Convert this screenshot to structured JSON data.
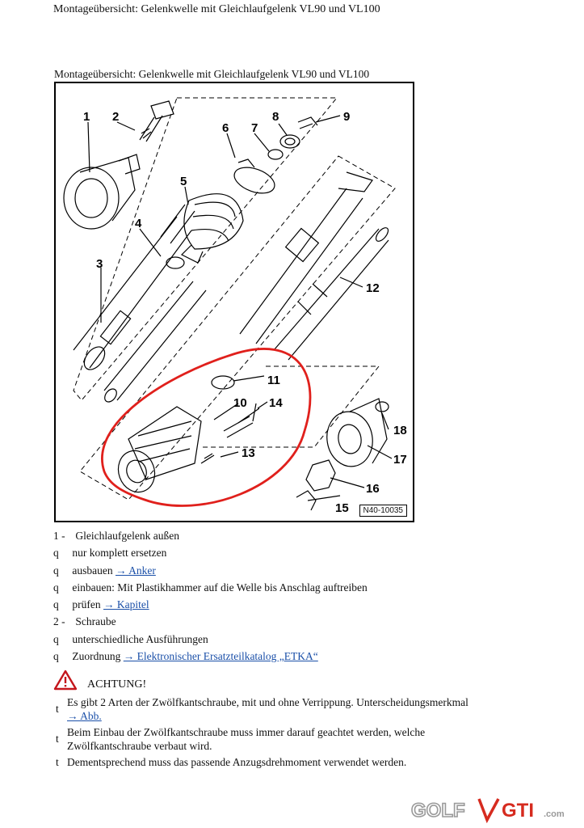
{
  "header": {
    "title": "Montageübersicht: Gelenkwelle mit Gleichlaufgelenk VL90 und VL100"
  },
  "figure": {
    "caption": "Montageübersicht: Gelenkwelle mit Gleichlaufgelenk VL90 und VL100",
    "labels": [
      "1",
      "2",
      "3",
      "4",
      "5",
      "6",
      "7",
      "8",
      "9",
      "10",
      "11",
      "12",
      "13",
      "14",
      "15",
      "16",
      "17",
      "18"
    ],
    "id": "N40-10035"
  },
  "items": [
    {
      "marker": "1 -",
      "text": "Gleichlaufgelenk außen",
      "link": ""
    },
    {
      "marker": "q",
      "text": "nur komplett ersetzen",
      "link": ""
    },
    {
      "marker": "q",
      "text": "ausbauen",
      "link": "→ Anker"
    },
    {
      "marker": "q",
      "text": "einbauen: Mit Plastikhammer auf die Welle bis Anschlag auftreiben",
      "link": ""
    },
    {
      "marker": "q",
      "text": "prüfen",
      "link": "→ Kapitel"
    },
    {
      "marker": "2 -",
      "text": "Schraube",
      "link": ""
    },
    {
      "marker": "q",
      "text": "unterschiedliche Ausführungen",
      "link": ""
    },
    {
      "marker": "q",
      "text": "Zuordnung",
      "link": "→ Elektronischer Ersatzteilkatalog „ETKA“"
    }
  ],
  "warning": {
    "title": "ACHTUNG!",
    "notes": [
      {
        "marker": "t",
        "text": "Es gibt 2 Arten der Zwölfkantschraube, mit und ohne Verrippung. Unterscheidungsmerkmal",
        "link": "→ Abb."
      },
      {
        "marker": "t",
        "text": "Beim Einbau der Zwölfkantschraube muss immer darauf geachtet werden, welche Zwölfkantschraube verbaut wird.",
        "link": ""
      },
      {
        "marker": "t",
        "text": "Dementsprechend muss das passende Anzugsdrehmoment verwendet werden.",
        "link": ""
      }
    ]
  },
  "logo": {
    "part1": "GOLF",
    "part2": "GTI",
    "suffix": ".com"
  },
  "colors": {
    "link": "#1a4fa8",
    "highlight_circle": "#e0201c",
    "warning": "#c4161c",
    "logo_accent": "#d62b1f"
  }
}
